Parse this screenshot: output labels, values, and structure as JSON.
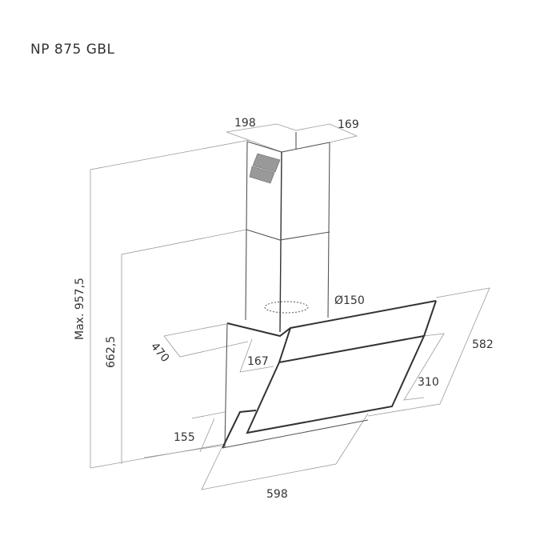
{
  "title": "NP 875 GBL",
  "dimensions": {
    "chimney_width": "198",
    "chimney_depth": "169",
    "max_height": "Max. 957,5",
    "min_height": "662,5",
    "duct_diameter": "Ø150",
    "total_depth": "470",
    "top_depth": "167",
    "panel_height": "582",
    "lower_panel": "310",
    "bottom_depth": "155",
    "width": "598"
  }
}
